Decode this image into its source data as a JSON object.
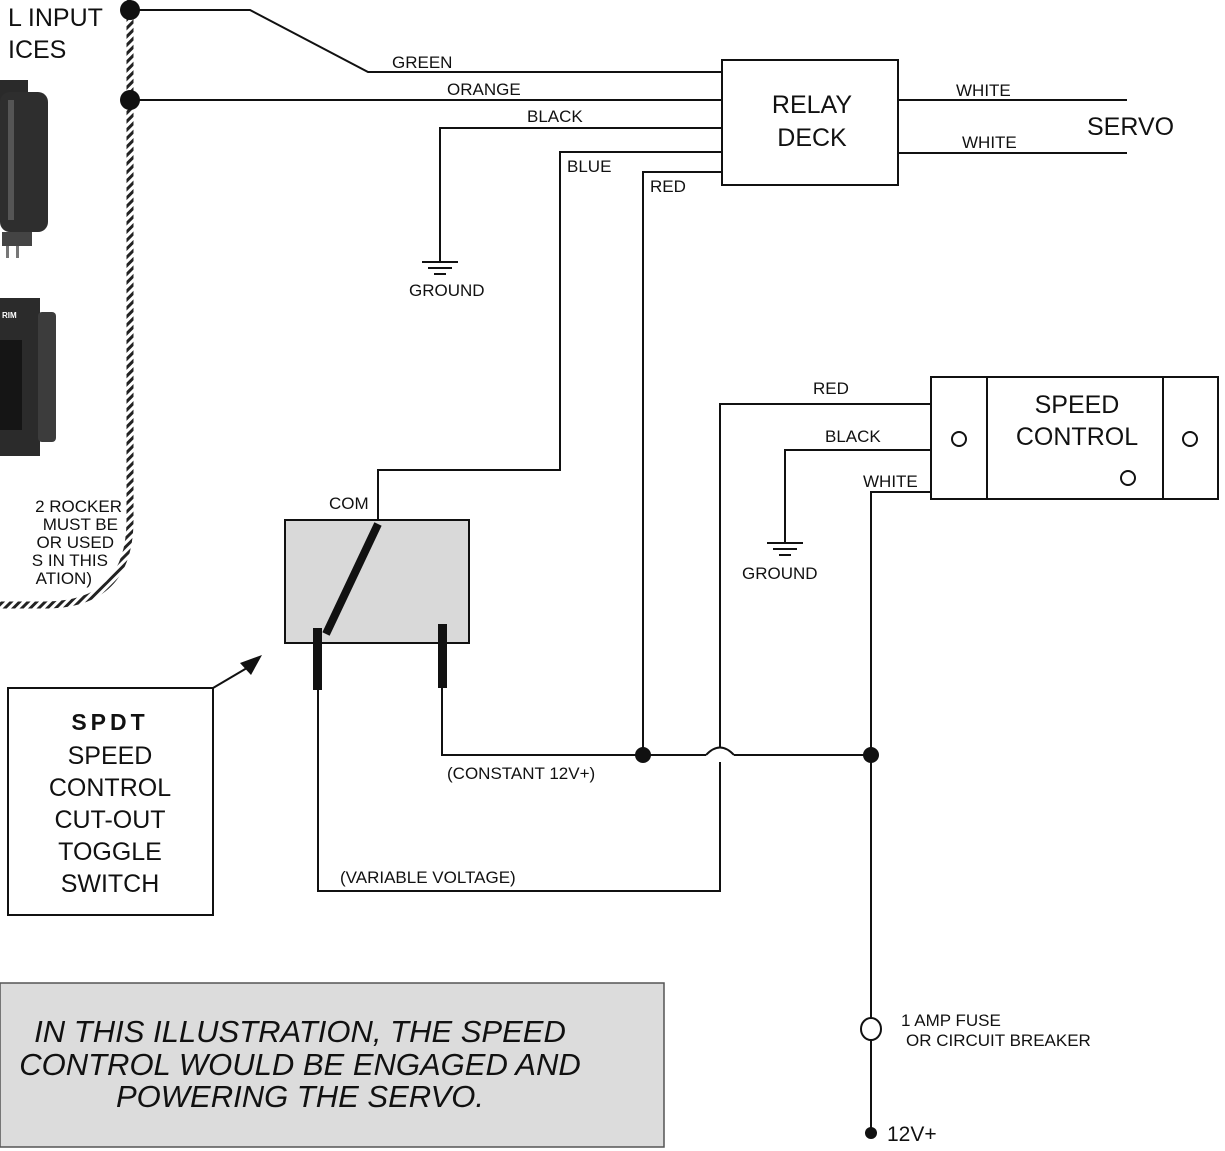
{
  "devices_panel": {
    "title_line1": "L INPUT",
    "title_line2": "ICES",
    "rocker_label": "RIM",
    "note_lines": [
      "2 ROCKER",
      "MUST BE",
      "OR USED",
      "S IN THIS",
      "ATION)"
    ]
  },
  "wires": {
    "green": "GREEN",
    "orange": "ORANGE",
    "black": "BLACK",
    "blue": "BLUE",
    "red": "RED",
    "white_1": "WHITE",
    "white_2": "WHITE",
    "sc_red": "RED",
    "sc_black": "BLACK",
    "sc_white": "WHITE"
  },
  "relay_deck": {
    "line1": "RELAY",
    "line2": "DECK"
  },
  "servo": "SERVO",
  "grounds": {
    "ground_1": "GROUND",
    "ground_2": "GROUND"
  },
  "speed_control": {
    "line1": "SPEED",
    "line2": "CONTROL"
  },
  "switch": {
    "com_label": "COM"
  },
  "voltages": {
    "constant": "(CONSTANT 12V+)",
    "variable": "(VARIABLE VOLTAGE)"
  },
  "spdt_callout": {
    "bold_line": "SPDT",
    "lines": [
      "SPEED",
      "CONTROL",
      "CUT-OUT",
      "TOGGLE",
      "SWITCH"
    ]
  },
  "fuse": {
    "line1": "1 AMP FUSE",
    "line2": "OR CIRCUIT BREAKER"
  },
  "power": "12V+",
  "caption": {
    "line1": "IN THIS ILLUSTRATION, THE SPEED",
    "line2": "CONTROL WOULD BE ENGAGED AND",
    "line3": "POWERING THE SERVO."
  }
}
